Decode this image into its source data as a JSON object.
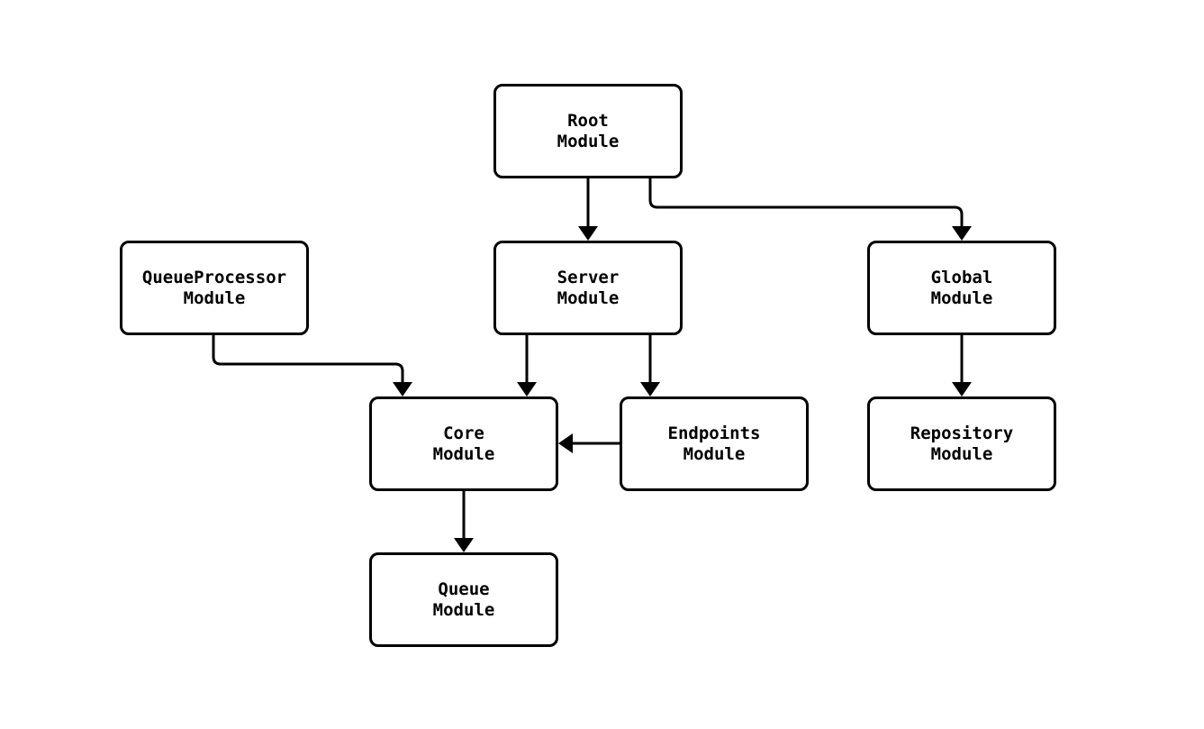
{
  "diagram": {
    "type": "flowchart-module-dependency",
    "background_color": "#ffffff",
    "node_fill_color": "#ffffff",
    "stroke_color": "#000000",
    "nodes": [
      {
        "id": "root",
        "label": "Root\nModule"
      },
      {
        "id": "queueprocessor",
        "label": "QueueProcessor\nModule"
      },
      {
        "id": "server",
        "label": "Server\nModule"
      },
      {
        "id": "global",
        "label": "Global\nModule"
      },
      {
        "id": "core",
        "label": "Core\nModule"
      },
      {
        "id": "endpoints",
        "label": "Endpoints\nModule"
      },
      {
        "id": "repository",
        "label": "Repository\nModule"
      },
      {
        "id": "queue",
        "label": "Queue\nModule"
      }
    ],
    "edges": [
      {
        "from": "Root Module",
        "to": "Server Module"
      },
      {
        "from": "Root Module",
        "to": "Global Module"
      },
      {
        "from": "QueueProcessor Module",
        "to": "Core Module"
      },
      {
        "from": "Server Module",
        "to": "Core Module"
      },
      {
        "from": "Server Module",
        "to": "Endpoints Module"
      },
      {
        "from": "Endpoints Module",
        "to": "Core Module"
      },
      {
        "from": "Global Module",
        "to": "Repository Module"
      },
      {
        "from": "Core Module",
        "to": "Queue Module"
      }
    ]
  }
}
